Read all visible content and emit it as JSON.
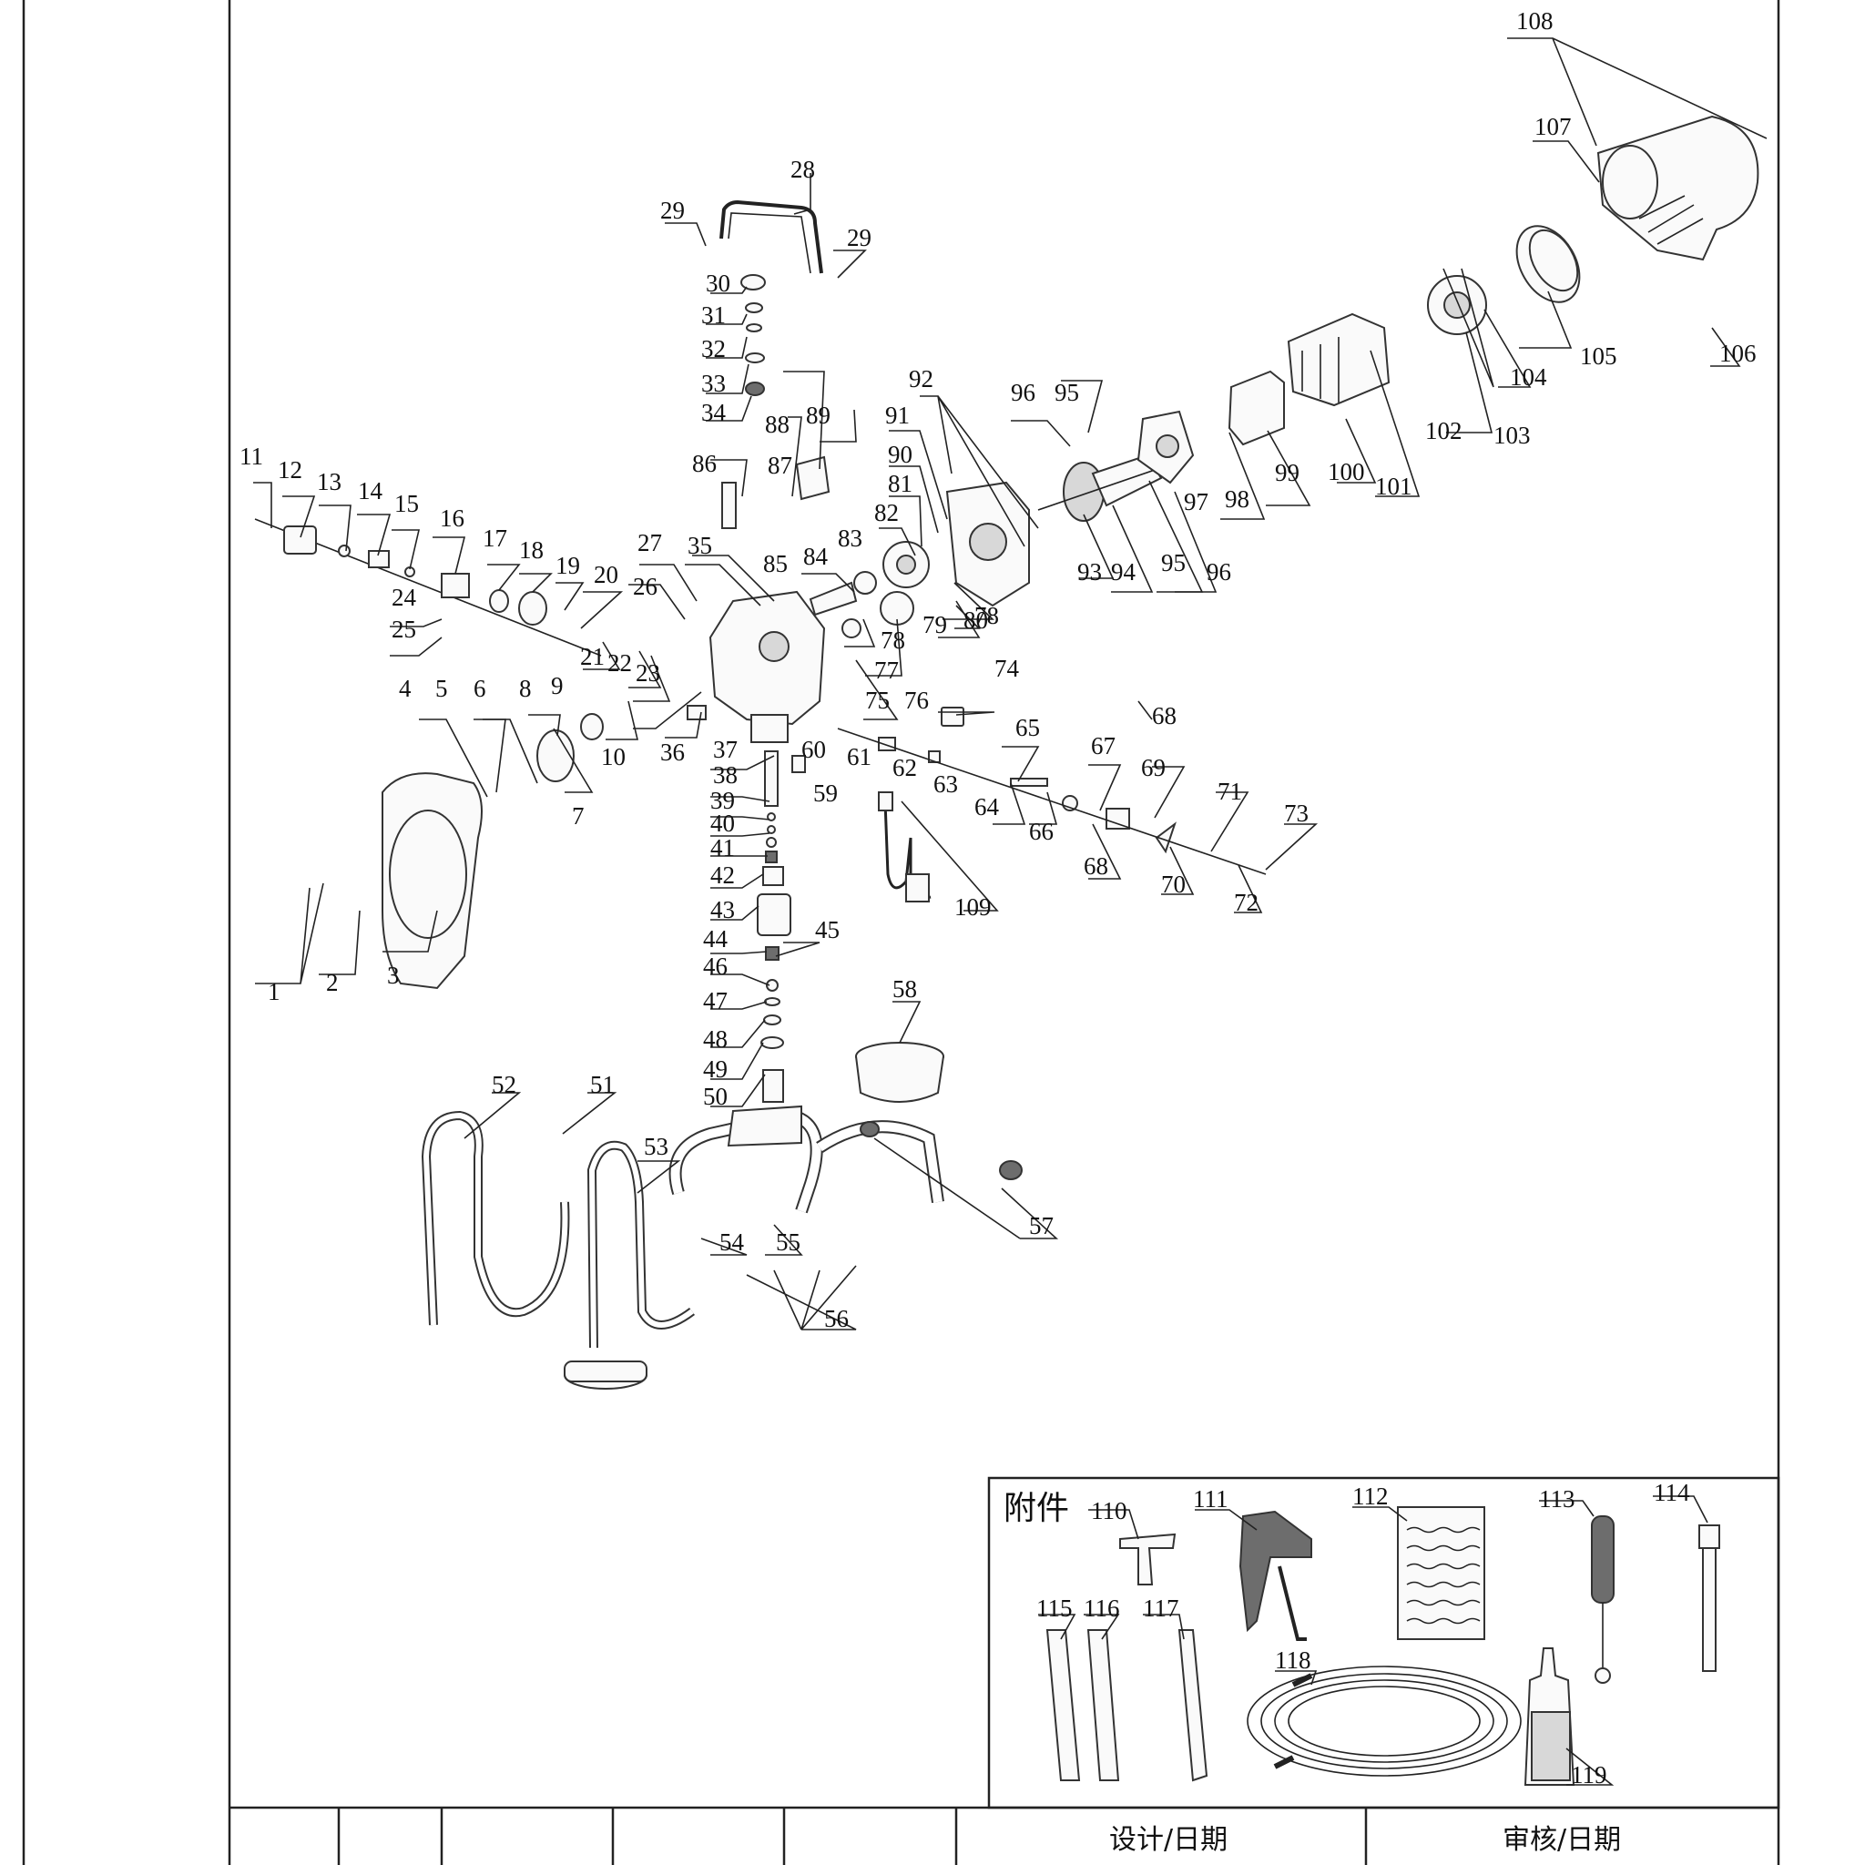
{
  "labels": {
    "p1": "1",
    "p2": "2",
    "p3": "3",
    "p4": "4",
    "p5": "5",
    "p6": "6",
    "p7": "7",
    "p8": "8",
    "p9": "9",
    "p10": "10",
    "p11": "11",
    "p12": "12",
    "p13": "13",
    "p14": "14",
    "p15": "15",
    "p16": "16",
    "p17": "17",
    "p18": "18",
    "p19": "19",
    "p20": "20",
    "p21": "21",
    "p22": "22",
    "p23": "23",
    "p24": "24",
    "p25": "25",
    "p26": "26",
    "p27": "27",
    "p28": "28",
    "p29a": "29",
    "p29b": "29",
    "p30": "30",
    "p31": "31",
    "p32": "32",
    "p33": "33",
    "p34": "34",
    "p35": "35",
    "p36": "36",
    "p37": "37",
    "p38": "38",
    "p39": "39",
    "p40": "40",
    "p41": "41",
    "p42": "42",
    "p43": "43",
    "p44": "44",
    "p45": "45",
    "p46": "46",
    "p47": "47",
    "p48": "48",
    "p49": "49",
    "p50": "50",
    "p51": "51",
    "p52": "52",
    "p53": "53",
    "p54": "54",
    "p55": "55",
    "p56": "56",
    "p57": "57",
    "p58": "58",
    "p59": "59",
    "p60": "60",
    "p61": "61",
    "p62": "62",
    "p63": "63",
    "p64": "64",
    "p65": "65",
    "p66": "66",
    "p67": "67",
    "p68a": "68",
    "p68b": "68",
    "p69": "69",
    "p70": "70",
    "p71": "71",
    "p72": "72",
    "p73": "73",
    "p74": "74",
    "p75": "75",
    "p76": "76",
    "p77": "77",
    "p78a": "78",
    "p78b": "78",
    "p79": "79",
    "p80": "80",
    "p81": "81",
    "p82": "82",
    "p83": "83",
    "p84": "84",
    "p85": "85",
    "p86": "86",
    "p87": "87",
    "p88": "88",
    "p89": "89",
    "p90": "90",
    "p91": "91",
    "p92": "92",
    "p93": "93",
    "p94": "94",
    "p95a": "95",
    "p95b": "95",
    "p96a": "96",
    "p96b": "96",
    "p97": "97",
    "p98": "98",
    "p99": "99",
    "p100": "100",
    "p101": "101",
    "p102": "102",
    "p103": "103",
    "p104": "104",
    "p105": "105",
    "p106": "106",
    "p107": "107",
    "p108": "108",
    "p109": "109",
    "p110": "110",
    "p111": "111",
    "p112": "112",
    "p113": "113",
    "p114": "114",
    "p115": "115",
    "p116": "116",
    "p117": "117",
    "p118": "118",
    "p119": "119"
  },
  "accessories_title": "附件",
  "title_block": {
    "design_date": "设计/日期",
    "review_date": "审核/日期"
  }
}
